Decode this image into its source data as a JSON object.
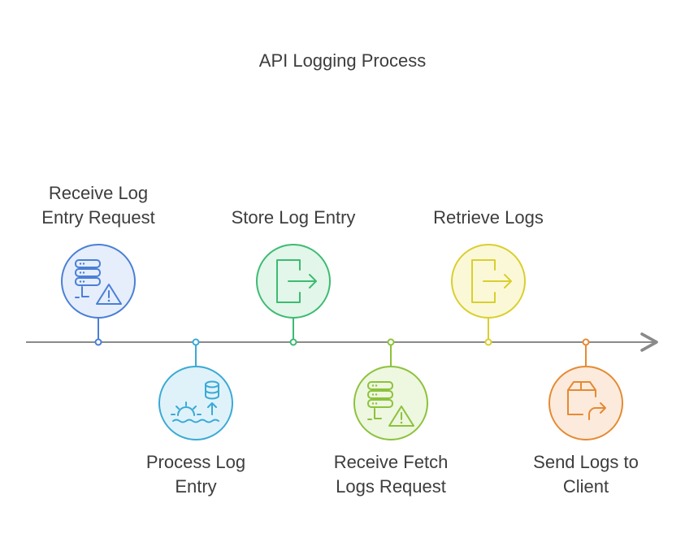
{
  "title": "API Logging Process",
  "steps": [
    {
      "label_lines": [
        "Receive Log",
        "Entry Request"
      ],
      "icon": "server-warning-icon",
      "color": "#4a7fd6",
      "fill": "#e6eefb"
    },
    {
      "label_lines": [
        "Process Log",
        "Entry"
      ],
      "icon": "process-database-icon",
      "color": "#3aa9d6",
      "fill": "#dff2fa"
    },
    {
      "label_lines": [
        "Store Log Entry"
      ],
      "icon": "export-arrow-icon",
      "color": "#3dbb72",
      "fill": "#e2f6ea"
    },
    {
      "label_lines": [
        "Receive Fetch",
        "Logs Request"
      ],
      "icon": "server-warning-icon",
      "color": "#8cc23c",
      "fill": "#eef7e0"
    },
    {
      "label_lines": [
        "Retrieve Logs"
      ],
      "icon": "export-arrow-icon",
      "color": "#d9cf2e",
      "fill": "#fbf8d8"
    },
    {
      "label_lines": [
        "Send Logs to",
        "Client"
      ],
      "icon": "box-share-icon",
      "color": "#e58a33",
      "fill": "#fcebdc"
    }
  ],
  "axis_color": "#8a8a8a"
}
